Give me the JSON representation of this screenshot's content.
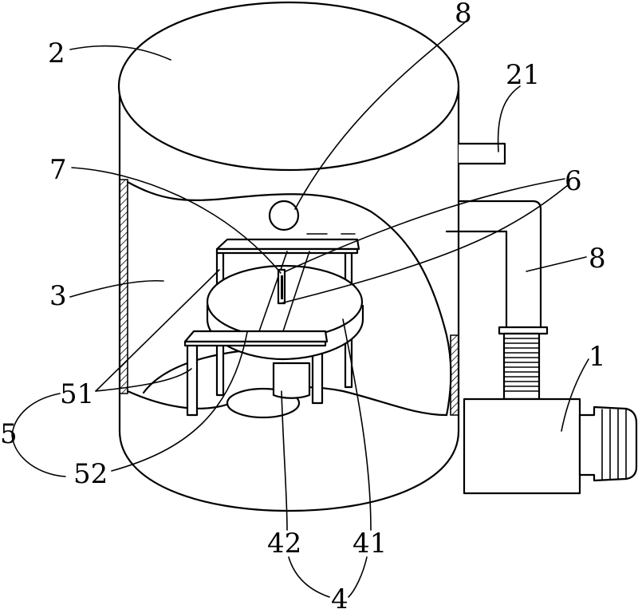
{
  "labels": {
    "outer_barrel": "2",
    "exhaust_port": "21",
    "inner_chamber": "3",
    "motor": "1",
    "pipe_top": "8",
    "pipe_right": "8",
    "nozzle": "7",
    "guide": "6",
    "assembly": "5",
    "rod": "51",
    "blade": "52",
    "rotor": "4",
    "disc": "41",
    "shaft": "42"
  }
}
